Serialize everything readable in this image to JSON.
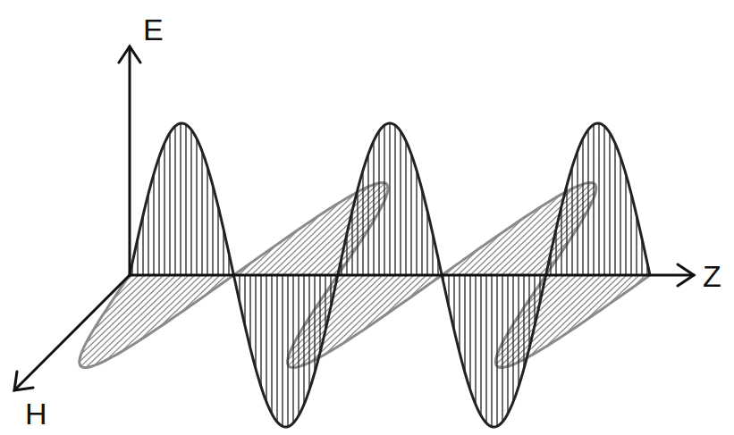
{
  "diagram": {
    "labels": [
      "E",
      "H",
      "Z"
    ]
  }
}
